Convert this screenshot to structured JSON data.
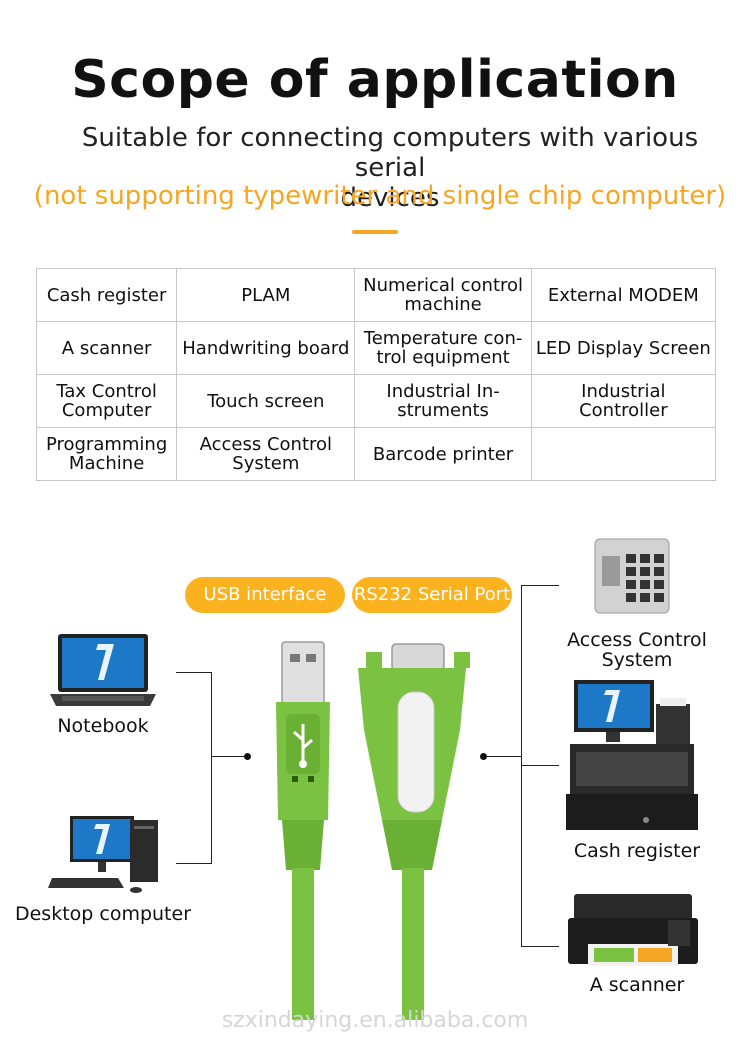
{
  "header": {
    "title": "Scope of application",
    "subtitle_line1": "Suitable for connecting computers with various serial",
    "subtitle_line2": "devices",
    "note": "(not supporting typewriter and single chip computer)"
  },
  "applications_table": {
    "rows": [
      [
        "Cash register",
        "PLAM",
        "Numerical control machine",
        "External MODEM"
      ],
      [
        "A scanner",
        "Handwriting board",
        "Temperature con- trol equipment",
        "LED Display Screen"
      ],
      [
        "Tax Control Computer",
        "Touch screen",
        "Industrial In- struments",
        "Industrial Controller"
      ],
      [
        "Programming Machine",
        "Access Control System",
        "Barcode printer",
        ""
      ]
    ]
  },
  "diagram": {
    "usb_label": "USB interface",
    "serial_label": "RS232 Serial Port",
    "left_devices": {
      "notebook": "Notebook",
      "desktop": "Desktop computer"
    },
    "right_devices": {
      "access_control": "Access Control System",
      "cash_register": "Cash register",
      "scanner": "A scanner"
    },
    "pill_color": "#fbb21f",
    "cable_color": "#7cc242"
  },
  "watermark": "szxindaying.en.alibaba.com"
}
